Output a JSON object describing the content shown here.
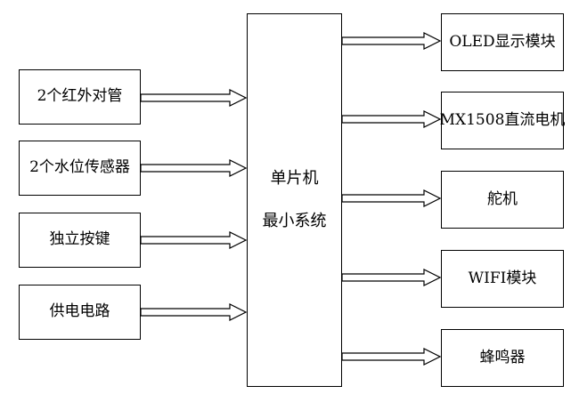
{
  "diagram": {
    "inputs": [
      {
        "label": "2个红外对管"
      },
      {
        "label": "2个水位传感器"
      },
      {
        "label": "独立按键"
      },
      {
        "label": "供电电路"
      }
    ],
    "center": {
      "line1": "单片机",
      "line2": "最小系统"
    },
    "outputs": [
      {
        "label": "OLED显示模块"
      },
      {
        "label": "MX1508直流电机"
      },
      {
        "label": "舵机"
      },
      {
        "label": "WIFI模块"
      },
      {
        "label": "蜂鸣器"
      }
    ]
  }
}
